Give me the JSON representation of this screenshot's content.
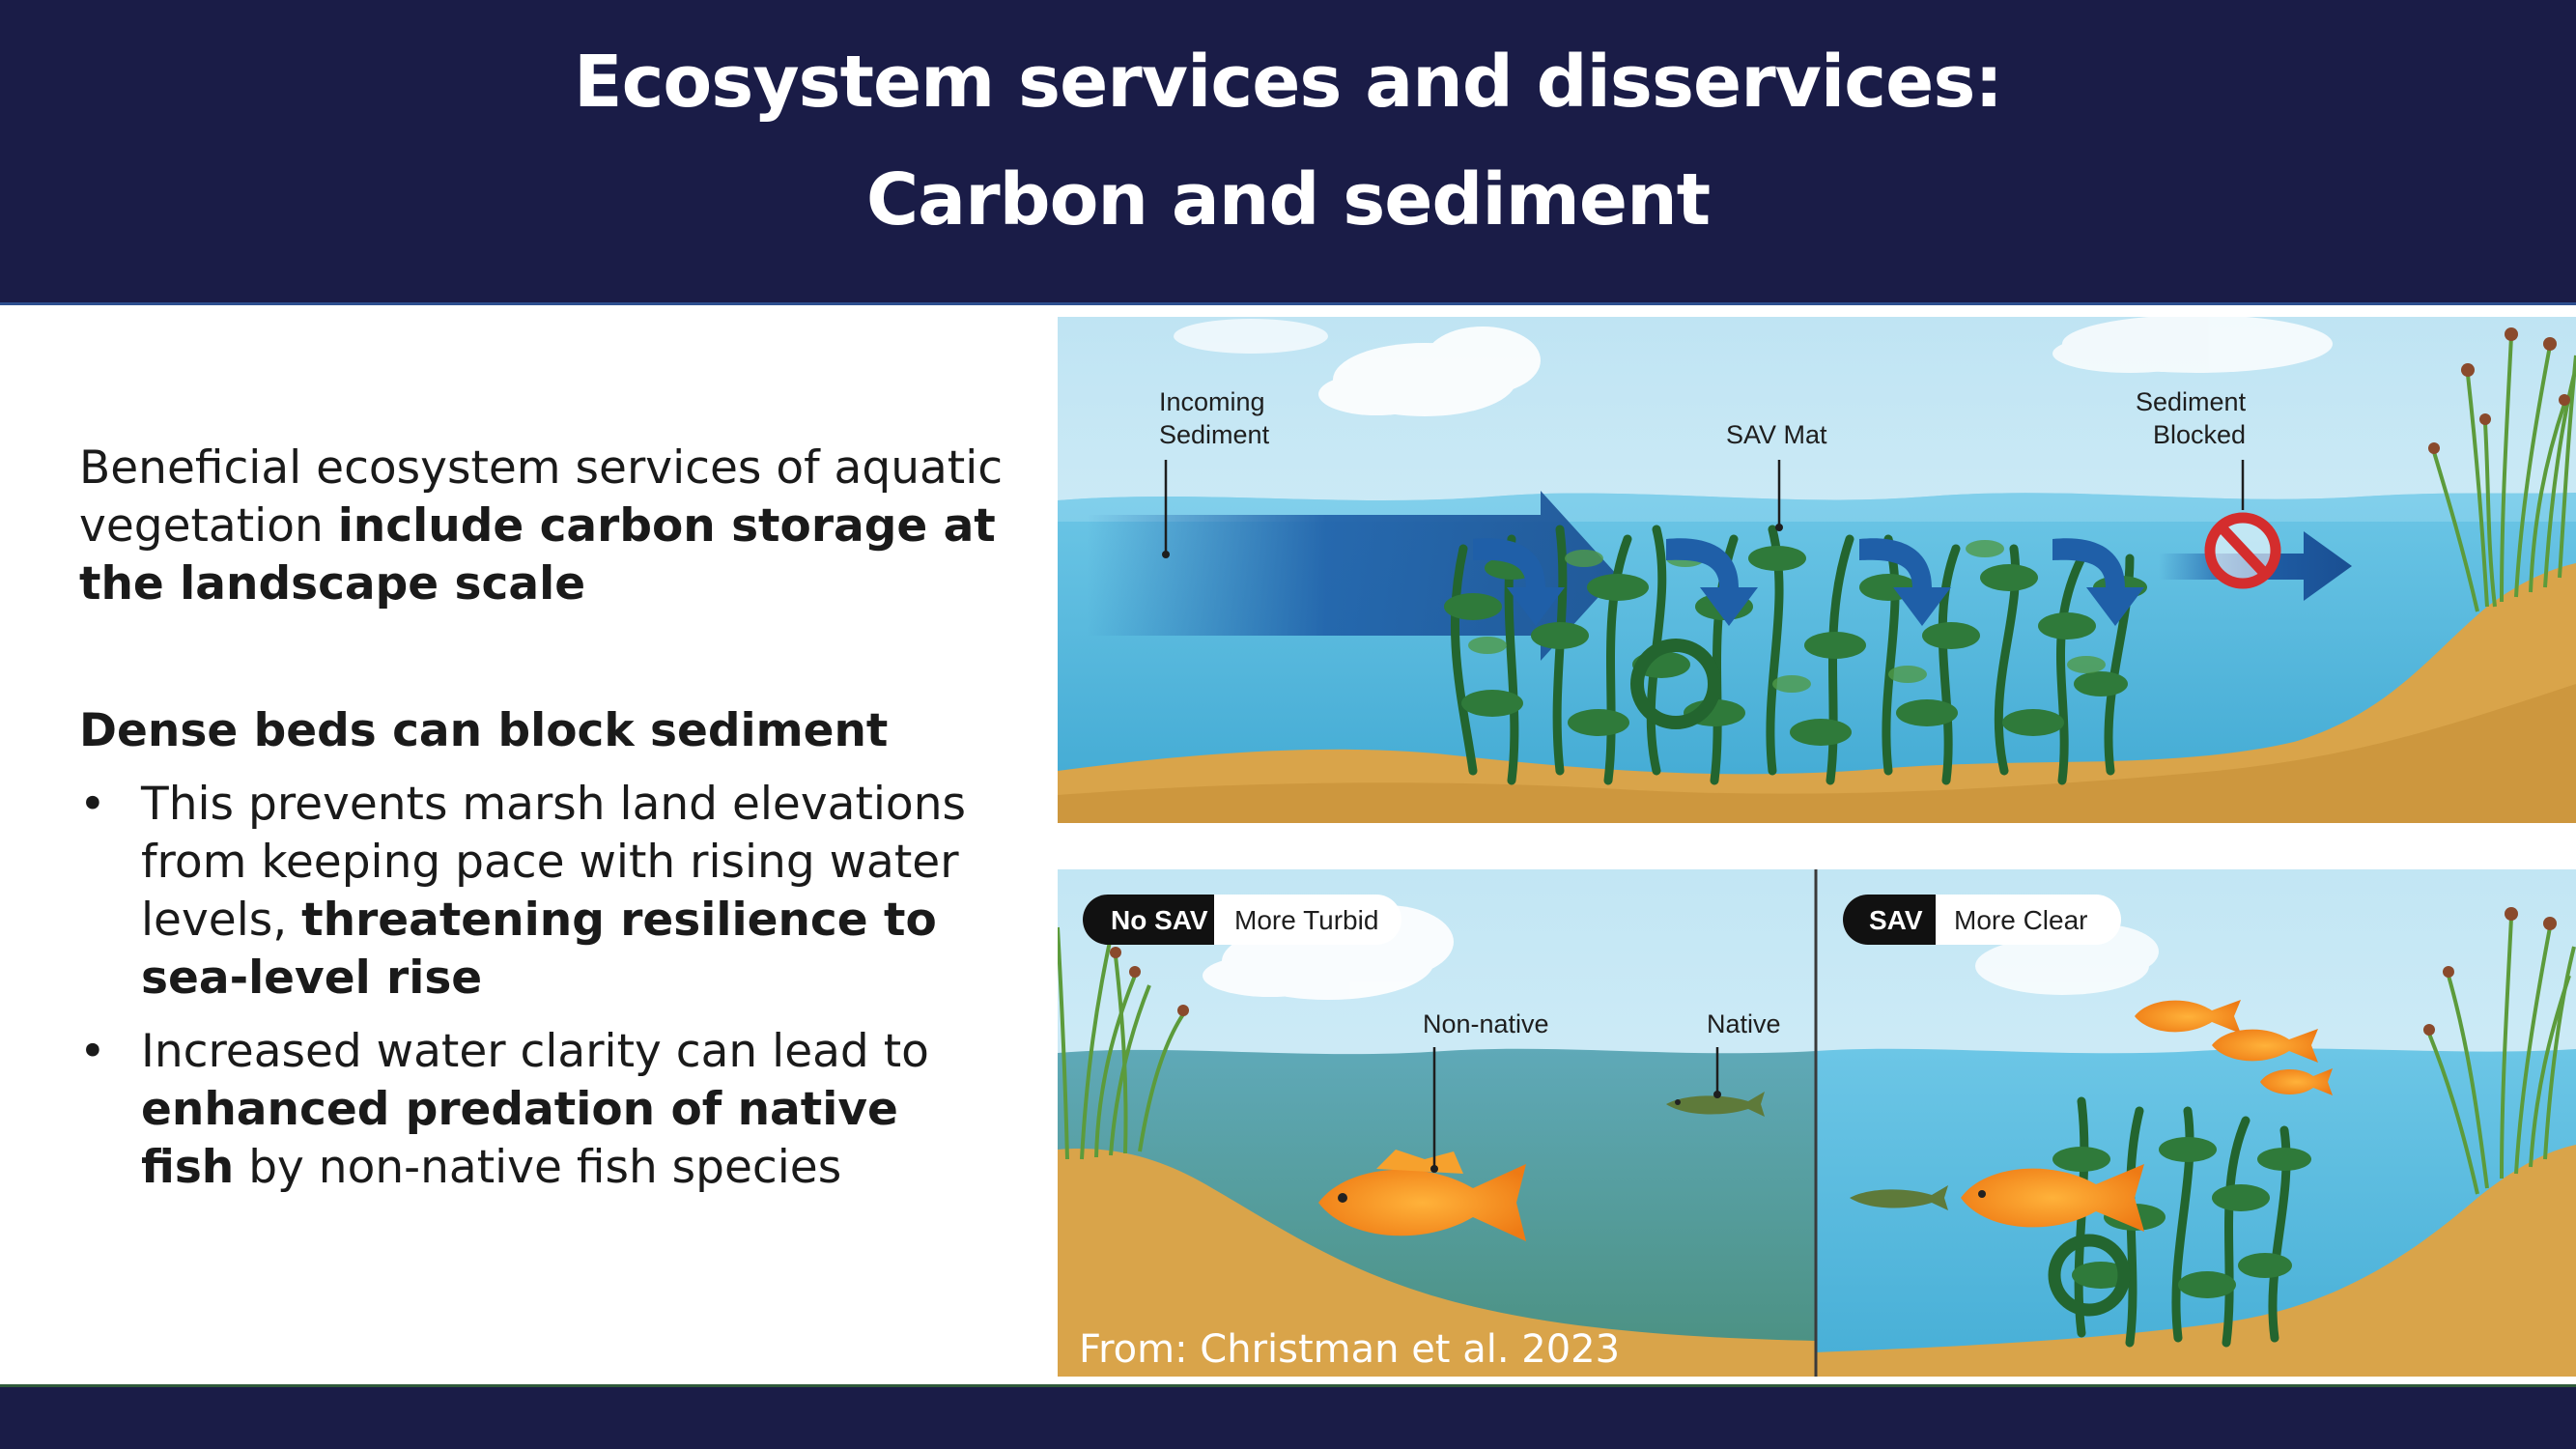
{
  "header": {
    "title_line1": "Ecosystem services and disservices:",
    "title_line2": "Carbon and sediment"
  },
  "body_text": {
    "para1_plain": "Beneficial ecosystem services of aquatic vegetation ",
    "para1_bold": "include carbon storage at the landscape scale",
    "heading": "Dense beds can block sediment",
    "bullet_symbol": "•",
    "bullet1_plain": "This prevents marsh land elevations from keeping pace with rising water levels, ",
    "bullet1_bold": "threatening resilience to sea-level rise",
    "bullet2_plain_start": "Increased water clarity can lead to ",
    "bullet2_bold": "enhanced predation of native fish",
    "bullet2_plain_end": " by non-native fish species"
  },
  "top_diagram": {
    "label_incoming_1": "Incoming",
    "label_incoming_2": "Sediment",
    "label_sav_mat": "SAV Mat",
    "label_blocked_1": "Sediment",
    "label_blocked_2": "Blocked"
  },
  "bottom_diagram": {
    "left_pill_dark": "No SAV",
    "left_pill_light": "More Turbid",
    "right_pill_dark": "SAV",
    "right_pill_light": "More Clear",
    "label_non_native": "Non-native",
    "label_native": "Native",
    "credit": "From: Christman et al. 2023"
  },
  "colors": {
    "header_bg": "#1a1c47",
    "sky": "#cdebf6",
    "water": "#4cb4d9",
    "sand": "#d9a44a",
    "plant": "#2f7a3a",
    "arrow": "#1f5fa8",
    "fish_orange": "#f28c1c",
    "no_symbol": "#d42d2d"
  }
}
